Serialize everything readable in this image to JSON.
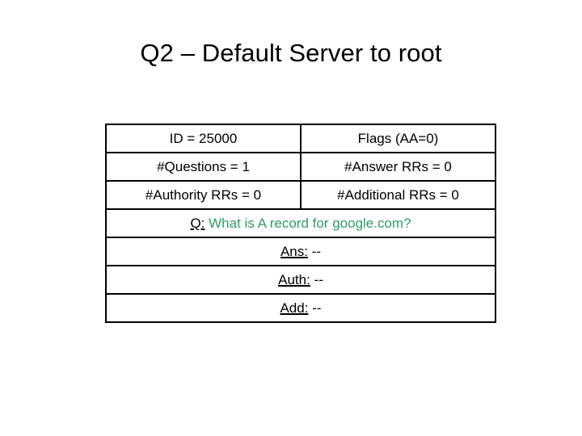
{
  "slide": {
    "title": "Q2 – Default Server to root",
    "accent_color": "#2e9e63",
    "text_color": "#000000",
    "background_color": "#ffffff"
  },
  "dns_message": {
    "header_rows": [
      {
        "left": "ID = 25000",
        "right": "Flags (AA=0)"
      },
      {
        "left": "#Questions = 1",
        "right": "#Answer RRs = 0"
      },
      {
        "left": "#Authority RRs = 0",
        "right": "#Additional RRs = 0"
      }
    ],
    "section_rows": [
      {
        "label": "Q:",
        "value": "What is A record for google.com?",
        "value_color": "accent"
      },
      {
        "label": "Ans:",
        "value": "--",
        "value_color": "text"
      },
      {
        "label": "Auth:",
        "value": "--",
        "value_color": "text"
      },
      {
        "label": "Add:",
        "value": "--",
        "value_color": "text"
      }
    ]
  }
}
